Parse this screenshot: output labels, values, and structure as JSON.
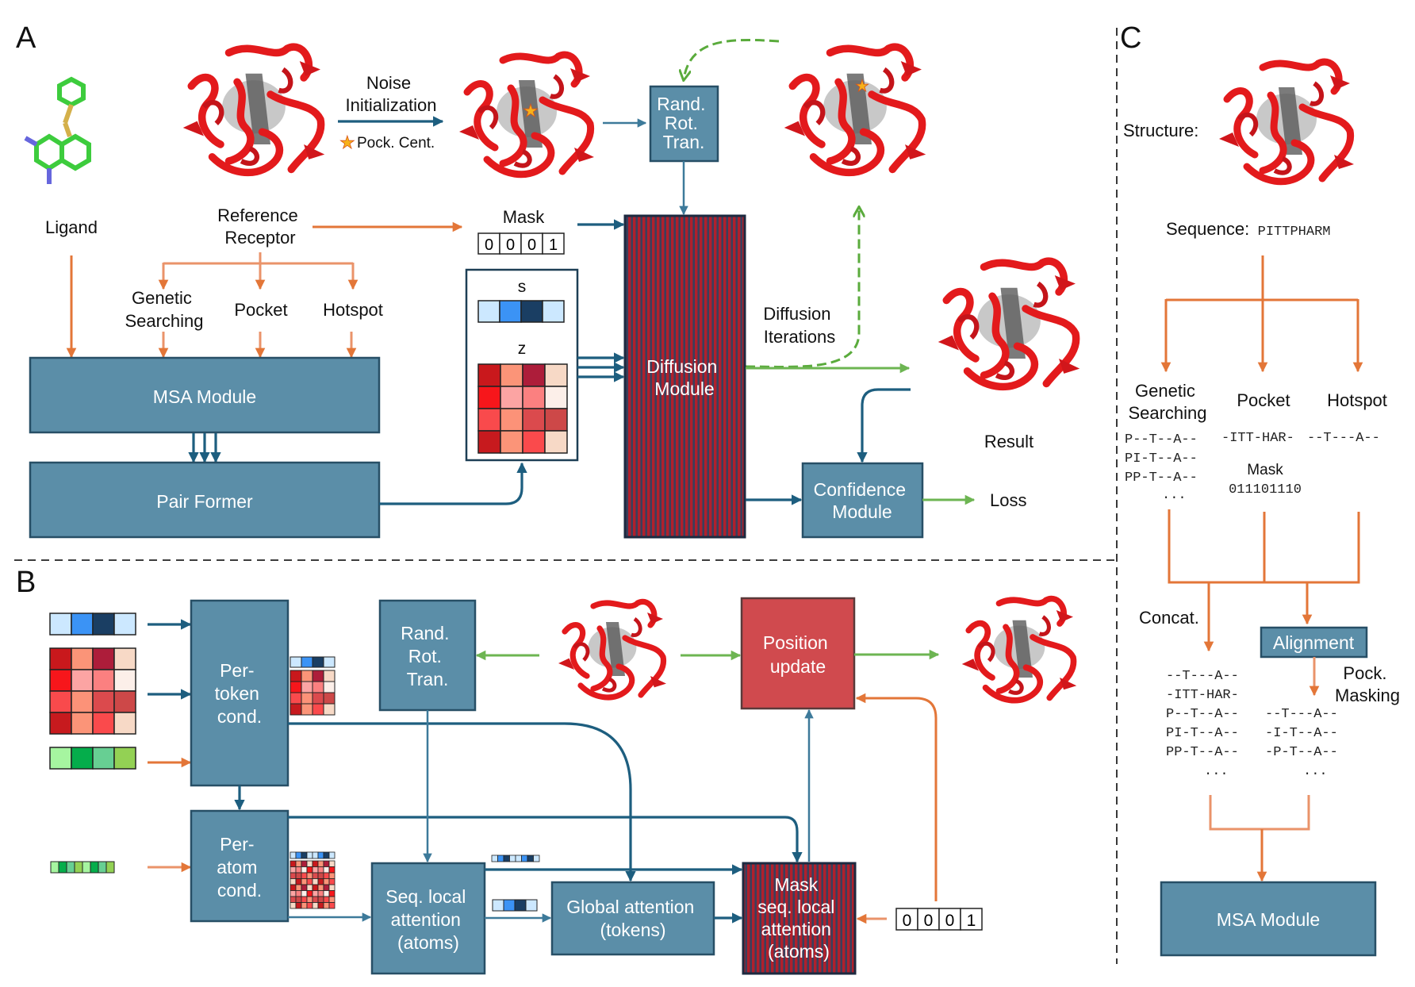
{
  "panels": {
    "a": "A",
    "b": "B",
    "c": "C"
  },
  "colors": {
    "module_blue": "#5b8ea8",
    "arrow_blue": "#1d5e7f",
    "arrow_orange": "#e37638",
    "arrow_green": "#6db552",
    "position_update_red": "#d04a4e",
    "diffusion_stripe_red": "#b0202c",
    "diffusion_stripe_navy": "#3a3f5c"
  },
  "panel_a": {
    "ligand": "Ligand",
    "reference_receptor": [
      "Reference",
      "Receptor"
    ],
    "noise_initialization": [
      "Noise",
      "Initialization"
    ],
    "pocket_center": "Pock. Cent.",
    "rand_rot_tran": [
      "Rand.",
      "Rot.",
      "Tran."
    ],
    "mask_label": "Mask",
    "mask_values": [
      "0",
      "0",
      "0",
      "1"
    ],
    "s_label": "s",
    "z_label": "z",
    "s_colors": [
      "#cce8ff",
      "#3b93f5",
      "#1a3e63",
      "#cce8ff"
    ],
    "z_colors": [
      [
        "#c9181c",
        "#fb9478",
        "#ad1d3a",
        "#f7d9c6"
      ],
      [
        "#f7161b",
        "#fca4a3",
        "#fb8080",
        "#fcefe9"
      ],
      [
        "#f94a4c",
        "#fc9278",
        "#db4a4d",
        "#cd4848"
      ],
      [
        "#c71a1e",
        "#fb9478",
        "#fa4a4c",
        "#f7d9c6"
      ]
    ],
    "genetic_searching": [
      "Genetic",
      "Searching"
    ],
    "pocket": "Pocket",
    "hotspot": "Hotspot",
    "msa_module": "MSA Module",
    "pair_former": "Pair Former",
    "diffusion_module": [
      "Diffusion",
      "Module"
    ],
    "diffusion_iterations": [
      "Diffusion",
      "Iterations"
    ],
    "result": "Result",
    "confidence_module": [
      "Confidence",
      "Module"
    ],
    "loss": "Loss"
  },
  "panel_b": {
    "per_token_cond": [
      "Per-",
      "token",
      "cond."
    ],
    "per_atom_cond": [
      "Per-",
      "atom",
      "cond."
    ],
    "rand_rot_tran": [
      "Rand.",
      "Rot.",
      "Tran."
    ],
    "position_update": [
      "Position",
      "update"
    ],
    "seq_local_attention": [
      "Seq. local",
      "attention",
      "(atoms)"
    ],
    "global_attention": [
      "Global attention",
      "(tokens)"
    ],
    "mask_seq_local_attention": [
      "Mask",
      "seq. local",
      "attention",
      "(atoms)"
    ],
    "mask_values": [
      "0",
      "0",
      "0",
      "1"
    ],
    "green_colors": [
      "#a6f5a0",
      "#05ad4b",
      "#67cf93",
      "#93d154"
    ],
    "atom_green_colors": [
      "#a6f5a0",
      "#05ad4b",
      "#67cf93",
      "#93d154",
      "#a6f5a0",
      "#05ad4b",
      "#67cf93",
      "#93d154"
    ],
    "atom_blue_colors": [
      "#cce8ff",
      "#3b93f5",
      "#1a3e63",
      "#cce8ff",
      "#cce8ff",
      "#3b93f5",
      "#1a3e63",
      "#cce8ff"
    ]
  },
  "panel_c": {
    "structure_label": "Structure:",
    "sequence_label": "Sequence:",
    "sequence": "PITTPHARM",
    "genetic_searching": [
      "Genetic",
      "Searching"
    ],
    "pocket": "Pocket",
    "hotspot": "Hotspot",
    "genetic_rows": [
      "P--T--A--",
      "PI-T--A--",
      "PP-T--A--",
      "..."
    ],
    "pocket_row": "-ITT-HAR-",
    "hotspot_row": "--T---A--",
    "mask_label": "Mask",
    "mask_bits": "011101110",
    "concat": "Concat.",
    "alignment": "Alignment",
    "pock_masking": [
      "Pock.",
      "Masking"
    ],
    "concat_rows": [
      "--T---A--",
      "-ITT-HAR-",
      "P--T--A--",
      "PI-T--A--",
      "PP-T--A--",
      "..."
    ],
    "masked_rows": [
      "--T---A--",
      "-I-T--A--",
      "-P-T--A--",
      "..."
    ],
    "msa_module": "MSA Module"
  }
}
